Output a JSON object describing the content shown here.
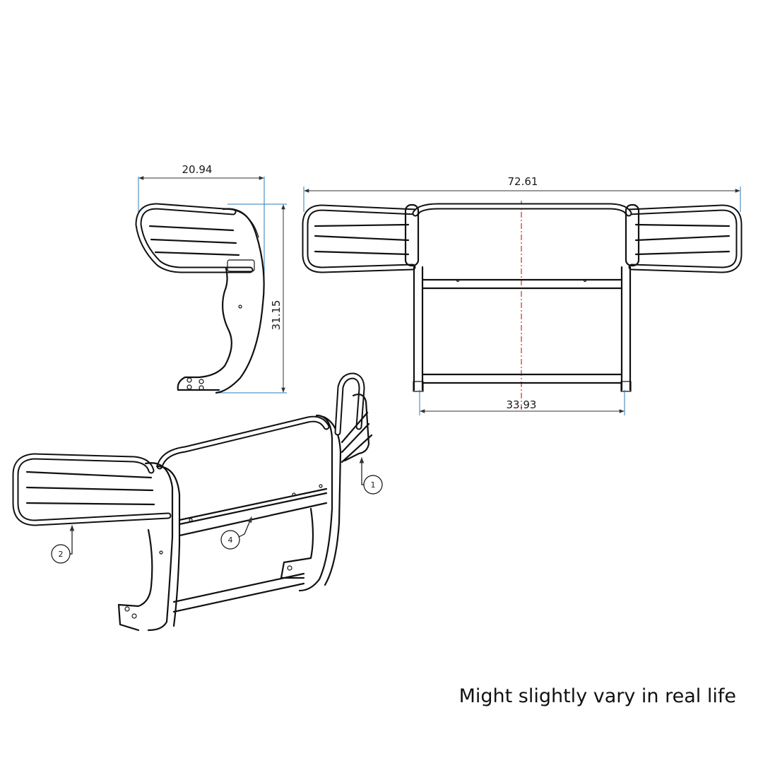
{
  "dimensions": {
    "side_width": "20.94",
    "side_height": "31.15",
    "front_overall_width": "72.61",
    "front_inner_width": "33.93"
  },
  "callouts": [
    "1",
    "2",
    "4"
  ],
  "caption": "Might slightly vary in real life",
  "colors": {
    "line": "#111111",
    "extension_line": "#2b7bb9",
    "center_line": "#d62828",
    "background": "#ffffff"
  }
}
